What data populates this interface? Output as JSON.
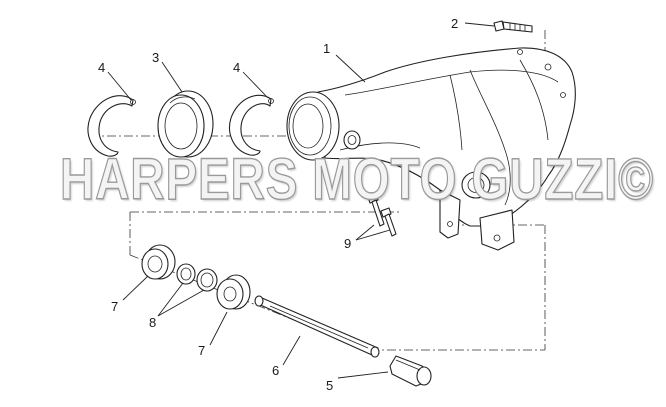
{
  "watermark": "HARPERS MOTO GUZZI©",
  "callouts": {
    "c1": "1",
    "c2": "2",
    "c3": "3",
    "c4a": "4",
    "c4b": "4",
    "c5": "5",
    "c6": "6",
    "c7a": "7",
    "c7b": "7",
    "c8": "8",
    "c9": "9"
  }
}
